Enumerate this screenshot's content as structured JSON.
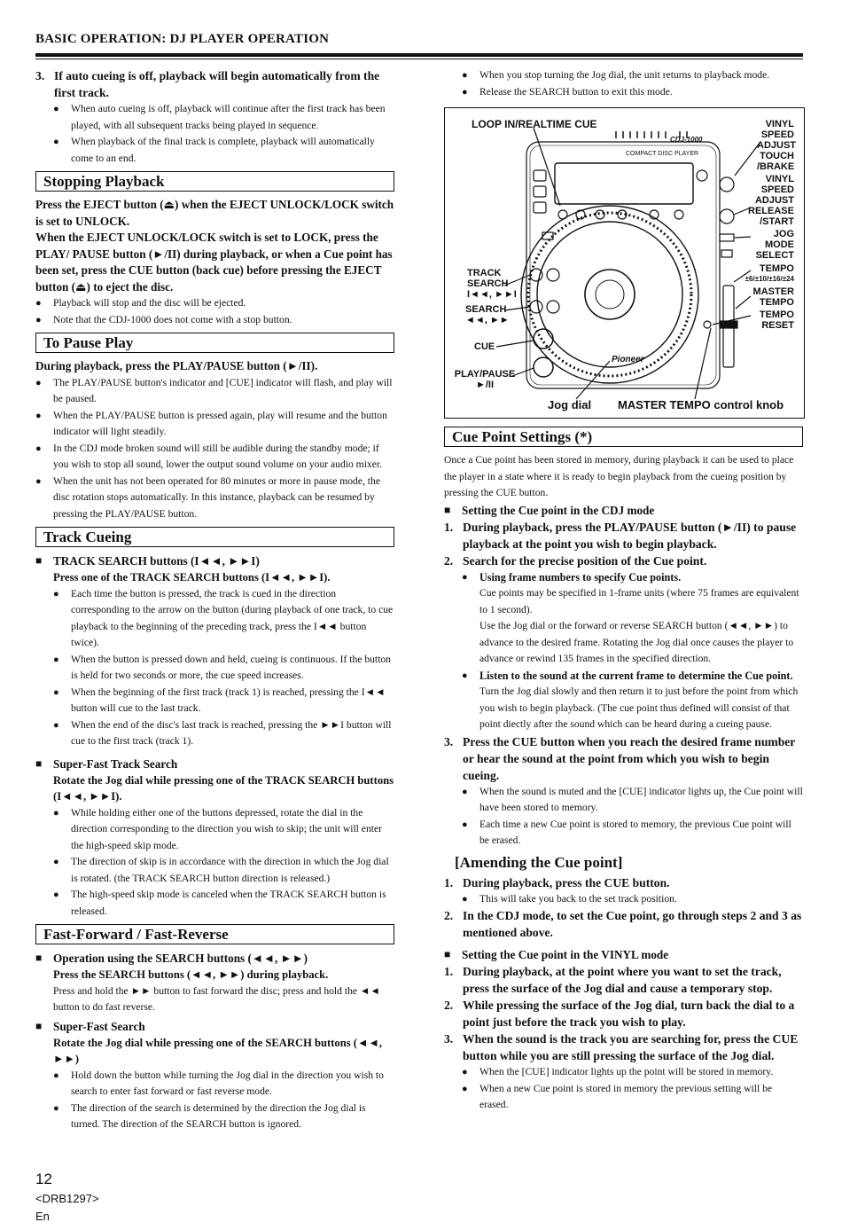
{
  "header": "BASIC OPERATION: DJ PLAYER OPERATION",
  "left": {
    "s0_num": "3.",
    "s0_title": "If auto cueing is off, playback will begin automatically from the first track.",
    "s0_b1": "When auto cueing is off, playback will continue after the first track has been played, with all subsequent tracks being played in sequence.",
    "s0_b2": "When playback of the final track is complete, playback will automatically come to an end.",
    "stop_heading": "Stopping Playback",
    "stop_p1": "Press the EJECT button (⏏) when the EJECT UNLOCK/LOCK switch is set to UNLOCK.",
    "stop_p2": "When the EJECT UNLOCK/LOCK switch is set to LOCK, press the PLAY/ PAUSE button (►/II) during playback, or when a Cue point has been set, press the CUE button (back cue) before pressing the EJECT button (⏏) to eject the disc.",
    "stop_b1": "Playback will stop and the disc will be ejected.",
    "stop_b2": "Note that the CDJ-1000 does not come with a stop button.",
    "pause_heading": "To Pause Play",
    "pause_p1": "During playback, press the PLAY/PAUSE button (►/II).",
    "pause_b1": "The PLAY/PAUSE button's indicator and [CUE] indicator will flash, and play will be paused.",
    "pause_b2": "When the PLAY/PAUSE button is pressed again, play will resume and the button indicator will light steadily.",
    "pause_b3": "In the CDJ mode broken sound will still be audible during the standby mode; if you wish to stop all sound, lower the output sound volume on your audio mixer.",
    "pause_b4": "When the unit has not been operated for 80 minutes or more in pause mode, the disc rotation stops automatically. In this instance, playback can be resumed by pressing the PLAY/PAUSE button.",
    "cue_heading": "Track Cueing",
    "ts_title": "TRACK SEARCH buttons (I◄◄, ►►I)",
    "ts_sub": "Press one of the TRACK SEARCH buttons (I◄◄, ►►I).",
    "ts_b1": "Each time the button is pressed, the track is cued in the direction corresponding to the arrow on the button (during playback of one track, to cue playback to the beginning of the preceding track, press the I◄◄ button twice).",
    "ts_b2": "When the button is pressed down and held, cueing is continuous. If the button is held for two seconds or more, the cue speed increases.",
    "ts_b3": "When the beginning of the first track (track 1) is reached, pressing the I◄◄ button will cue to the last track.",
    "ts_b4": "When the end of the disc's last track is reached, pressing the ►►I button will cue to the first track (track 1).",
    "sf_title": "Super-Fast Track Search",
    "sf_sub": "Rotate the Jog dial while pressing one of the TRACK SEARCH buttons (I◄◄, ►►I).",
    "sf_b1": "While holding either one of the buttons depressed, rotate the dial in the direction corresponding to the direction you wish to skip; the unit will enter the high-speed skip mode.",
    "sf_b2": "The direction of skip is in accordance with the direction in which the Jog dial is rotated. (the TRACK SEARCH button direction is released.)",
    "sf_b3": "The high-speed skip mode is canceled when the TRACK SEARCH button is released.",
    "ff_heading": "Fast-Forward / Fast-Reverse",
    "op_title": "Operation using the SEARCH buttons (◄◄, ►►)",
    "op_sub": "Press the SEARCH buttons (◄◄, ►►) during playback.",
    "op_p": "Press and hold the ►► button to fast forward the disc; press and hold the ◄◄ button to do fast reverse.",
    "sfs_title": "Super-Fast Search",
    "sfs_sub": "Rotate the Jog dial while pressing one of the SEARCH buttons (◄◄, ►►)",
    "sfs_b1": "Hold down the button while turning the Jog dial in the direction you wish to search to enter fast forward or fast reverse mode.",
    "sfs_b2": "The direction of the search is determined by the direction the Jog dial is turned. The direction of the SEARCH button is ignored."
  },
  "right": {
    "top_b1": "When you stop turning the Jog dial, the unit returns to playback mode.",
    "top_b2": "Release the SEARCH button to exit this mode.",
    "diagram": {
      "loop": "LOOP IN/REALTIME CUE",
      "vinyl_speed_l1": "VINYL",
      "vinyl_speed_l2": "SPEED",
      "vinyl_speed_l3": "ADJUST",
      "vinyl_speed_l4": "TOUCH",
      "vinyl_speed_l5": "/BRAKE",
      "vinyl_rel_l1": "VINYL",
      "vinyl_rel_l2": "SPEED",
      "vinyl_rel_l3": "ADJUST",
      "vinyl_rel_l4": "RELEASE",
      "vinyl_rel_l5": "/START",
      "jog_l1": "JOG",
      "jog_l2": "MODE",
      "jog_l3": "SELECT",
      "tempo_l1": "TEMPO",
      "tempo_l2": "±6/±10/±16/±24",
      "master_l1": "MASTER",
      "master_l2": "TEMPO",
      "reset_l1": "TEMPO",
      "reset_l2": "RESET",
      "track_l1": "TRACK",
      "track_l2": "SEARCH",
      "track_l3": "I◄◄, ►►I",
      "search_l1": "SEARCH",
      "search_l2": "◄◄, ►►",
      "cue": "CUE",
      "play_l1": "PLAY/PAUSE",
      "play_l2": "►/II",
      "jog_dial": "Jog dial",
      "master_knob": "MASTER TEMPO control knob",
      "device_model": "CDJ-1000",
      "device_subtitle": "COMPACT DISC PLAYER",
      "brand": "Pioneer"
    },
    "cps_heading": "Cue Point Settings (*)",
    "cps_p": "Once a Cue point has been stored in memory, during playback it can be used to place the player in a state where it is ready to begin playback from the cueing position by pressing the CUE button.",
    "cdj_title": "Setting the Cue point in the CDJ mode",
    "cdj_1": "During playback, press the PLAY/PAUSE button (►/II) to pause playback at the point you wish to begin playback.",
    "cdj_2": "Search for the precise position of the Cue point.",
    "cdj_2_b1": "Using frame numbers to specify Cue points.",
    "cdj_2_p1": "Cue points may be specified in 1-frame units (where 75 frames are equivalent to 1 second).",
    "cdj_2_p2": "Use the Jog dial or the forward or reverse SEARCH button (◄◄, ►►) to advance to the desired frame. Rotating the Jog dial once causes the player to advance or rewind 135 frames in the specified direction.",
    "cdj_2_b2": "Listen to the sound at the current frame to determine the Cue point.",
    "cdj_2_p3": "Turn the Jog dial slowly and then return it to just before the point from which you wish to begin playback. (The cue point thus defined will consist of that point diectly after the sound which can be heard during a cueing pause.",
    "cdj_3": "Press the CUE button when you reach the desired frame number or hear the sound at the point from which you wish to begin cueing.",
    "cdj_3_b1": "When the sound is muted and the [CUE] indicator lights up, the Cue point will have been stored to memory.",
    "cdj_3_b2": "Each time a new Cue point is stored to memory, the previous Cue point will be erased.",
    "amend_heading": "[Amending the Cue point]",
    "am_1": "During playback, press the CUE button.",
    "am_1_b1": "This will take you back to the set track position.",
    "am_2": "In the CDJ mode, to set the Cue point, go through steps 2 and 3 as mentioned above.",
    "vin_title": "Setting the Cue point in the VINYL mode",
    "vin_1": "During playback, at the point where you want to set the track, press the surface of the Jog dial and cause a temporary stop.",
    "vin_2": "While pressing the surface of the Jog dial, turn back the dial to a point just before the track you wish to play.",
    "vin_3": "When the sound is the track you are searching for, press the CUE button while you are still pressing the surface of the Jog dial.",
    "vin_3_b1": "When the [CUE] indicator lights up the point will be stored in memory.",
    "vin_3_b2": "When a new Cue point is stored in memory the previous setting will be erased."
  },
  "footer": {
    "page": "12",
    "code": "<DRB1297>",
    "lang": "En"
  }
}
